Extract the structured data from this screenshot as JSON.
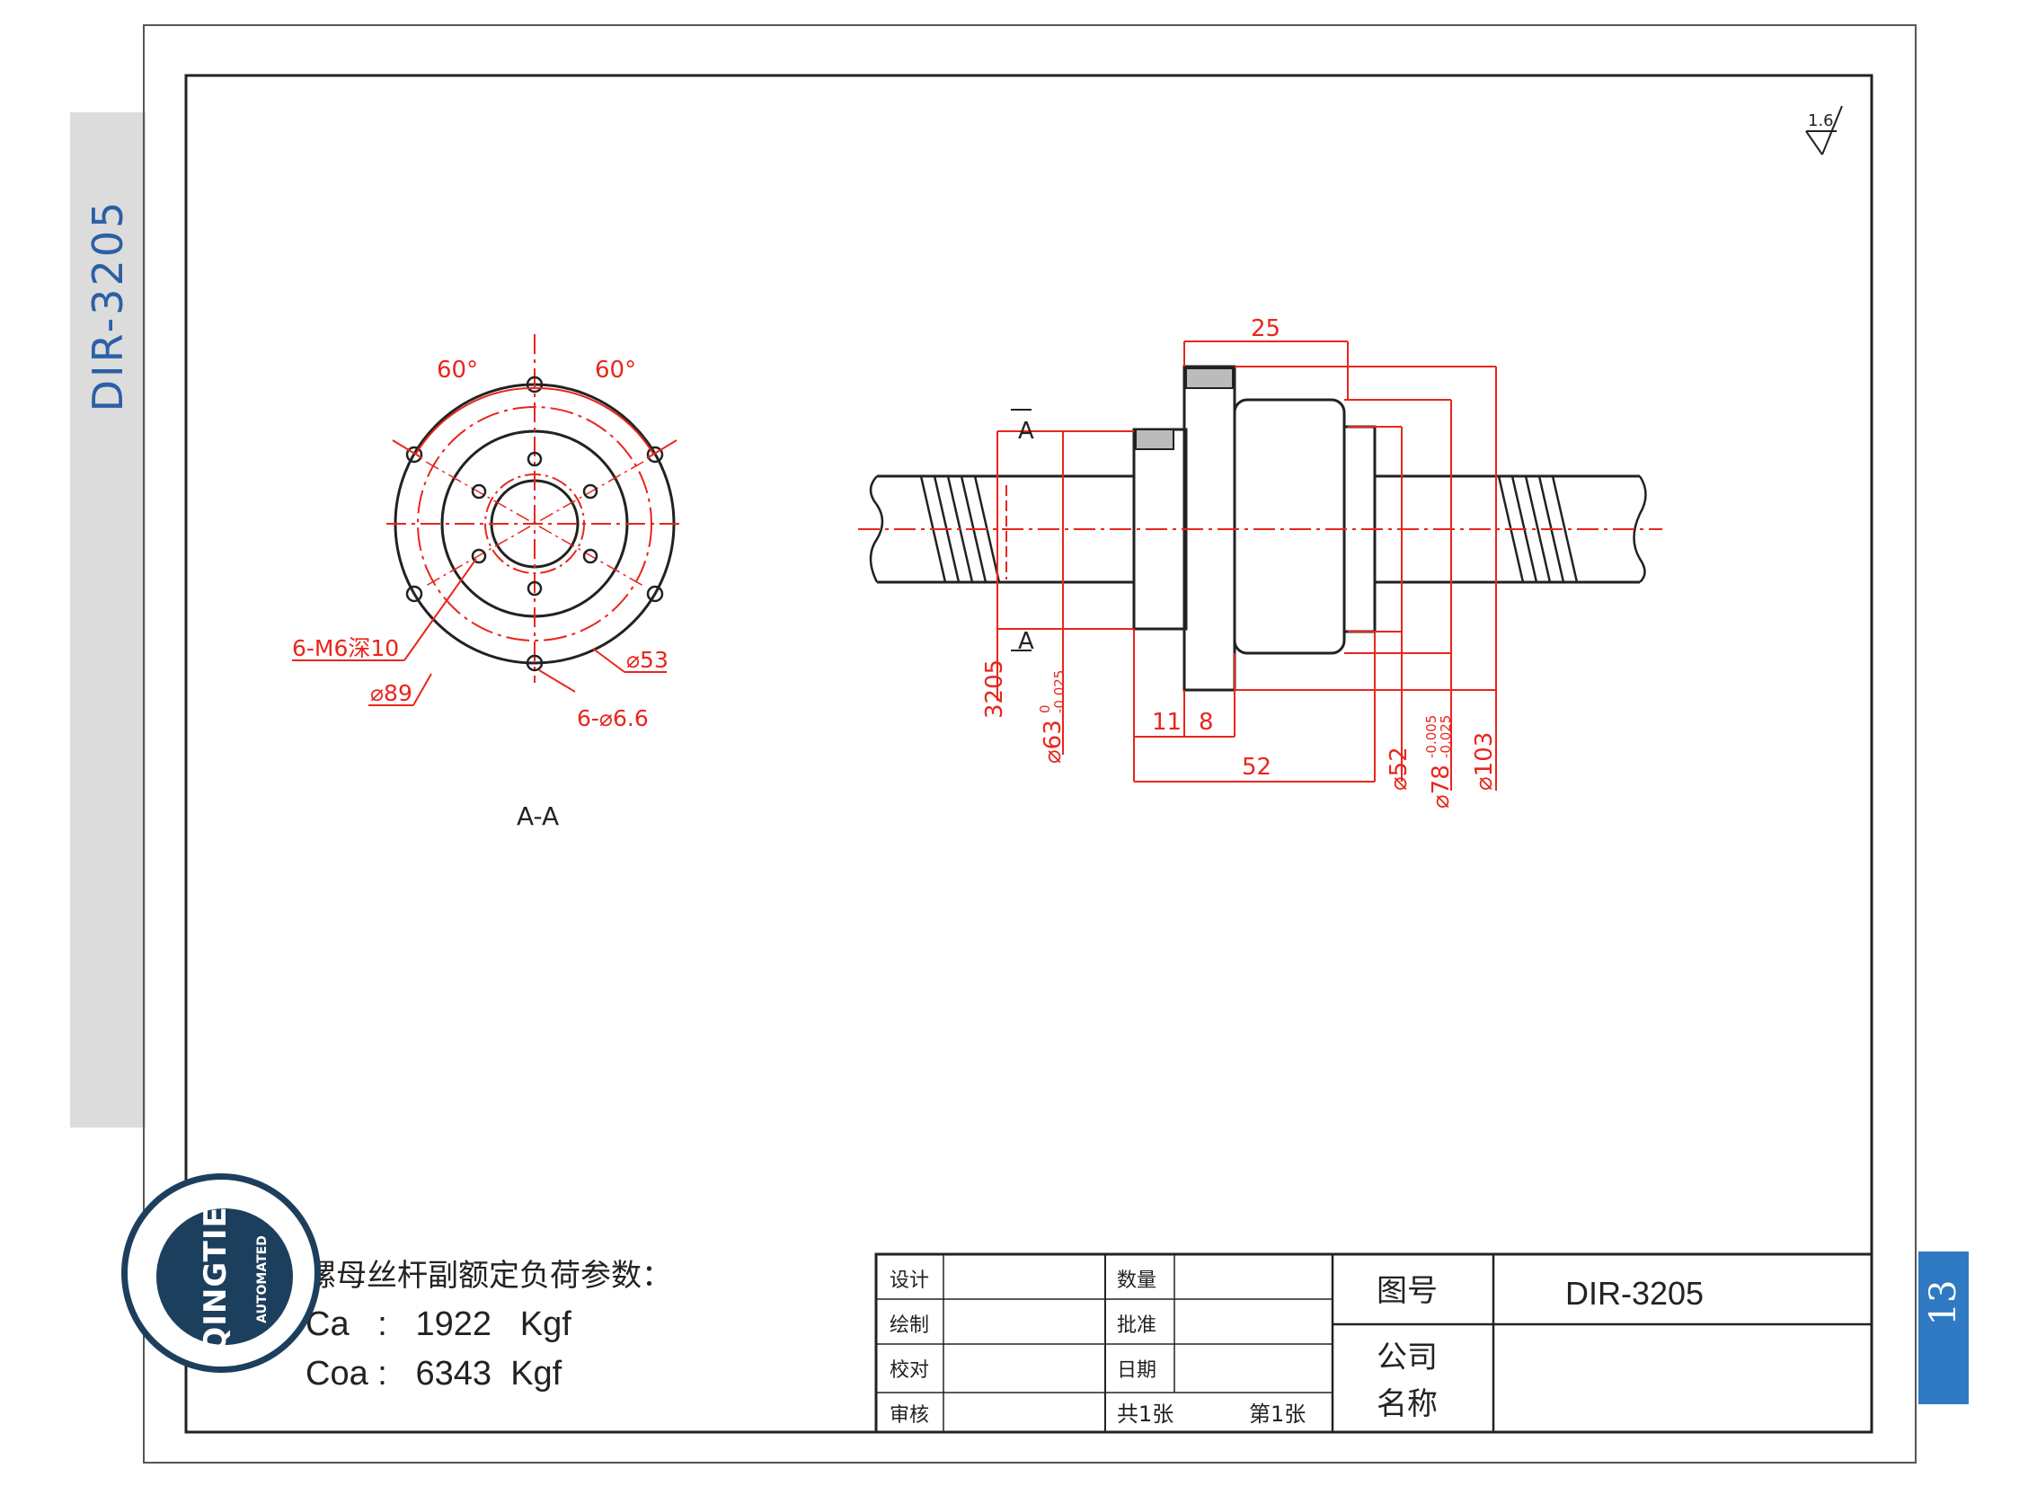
{
  "side_label": "DIR-3205",
  "page_number": "13",
  "roughness": "1.6",
  "section_view": {
    "label": "A-A",
    "section_marker": "A"
  },
  "section_dimensions": {
    "angle_left": "60°",
    "angle_right": "60°",
    "tapped_holes": "6-M6深10",
    "pcd_outer": "⌀89",
    "pcd_inner": "⌀53",
    "through_holes": "6-⌀6.6"
  },
  "side_dimensions": {
    "flange_width": "25",
    "model": "3205",
    "body_dia": "⌀63",
    "body_tol_upper": "0",
    "body_tol_lower": "-0.025",
    "len_a": "11",
    "len_b": "8",
    "total_length": "52",
    "dia_52": "⌀52",
    "dia_78": "⌀78",
    "dia_78_tol_upper": "-0.005",
    "dia_78_tol_lower": "-0.025",
    "dia_103": "⌀103"
  },
  "load_params": {
    "title": "螺母丝杆副额定负荷参数：",
    "ca_label": "Ca",
    "ca_value": "1922",
    "coa_label": "Coa",
    "coa_value": "6343",
    "sep": ":",
    "unit": "Kgf"
  },
  "title_block": {
    "design": "设计",
    "draw": "绘制",
    "check": "校对",
    "review": "审核",
    "quantity": "数量",
    "approve": "批准",
    "date": "日期",
    "total_sheets": "共1张",
    "sheet_no": "第1张",
    "drawing_no_label": "图号",
    "drawing_no": "DIR-3205",
    "company_label_1": "公司",
    "company_label_2": "名称"
  },
  "logo": {
    "brand": "QINGTIE",
    "sub": "AUTOMATED"
  },
  "colors": {
    "dimension": "#e8261c",
    "outline": "#222222",
    "accent_blue": "#2f7ac3",
    "logo_navy": "#1d3f5e"
  }
}
